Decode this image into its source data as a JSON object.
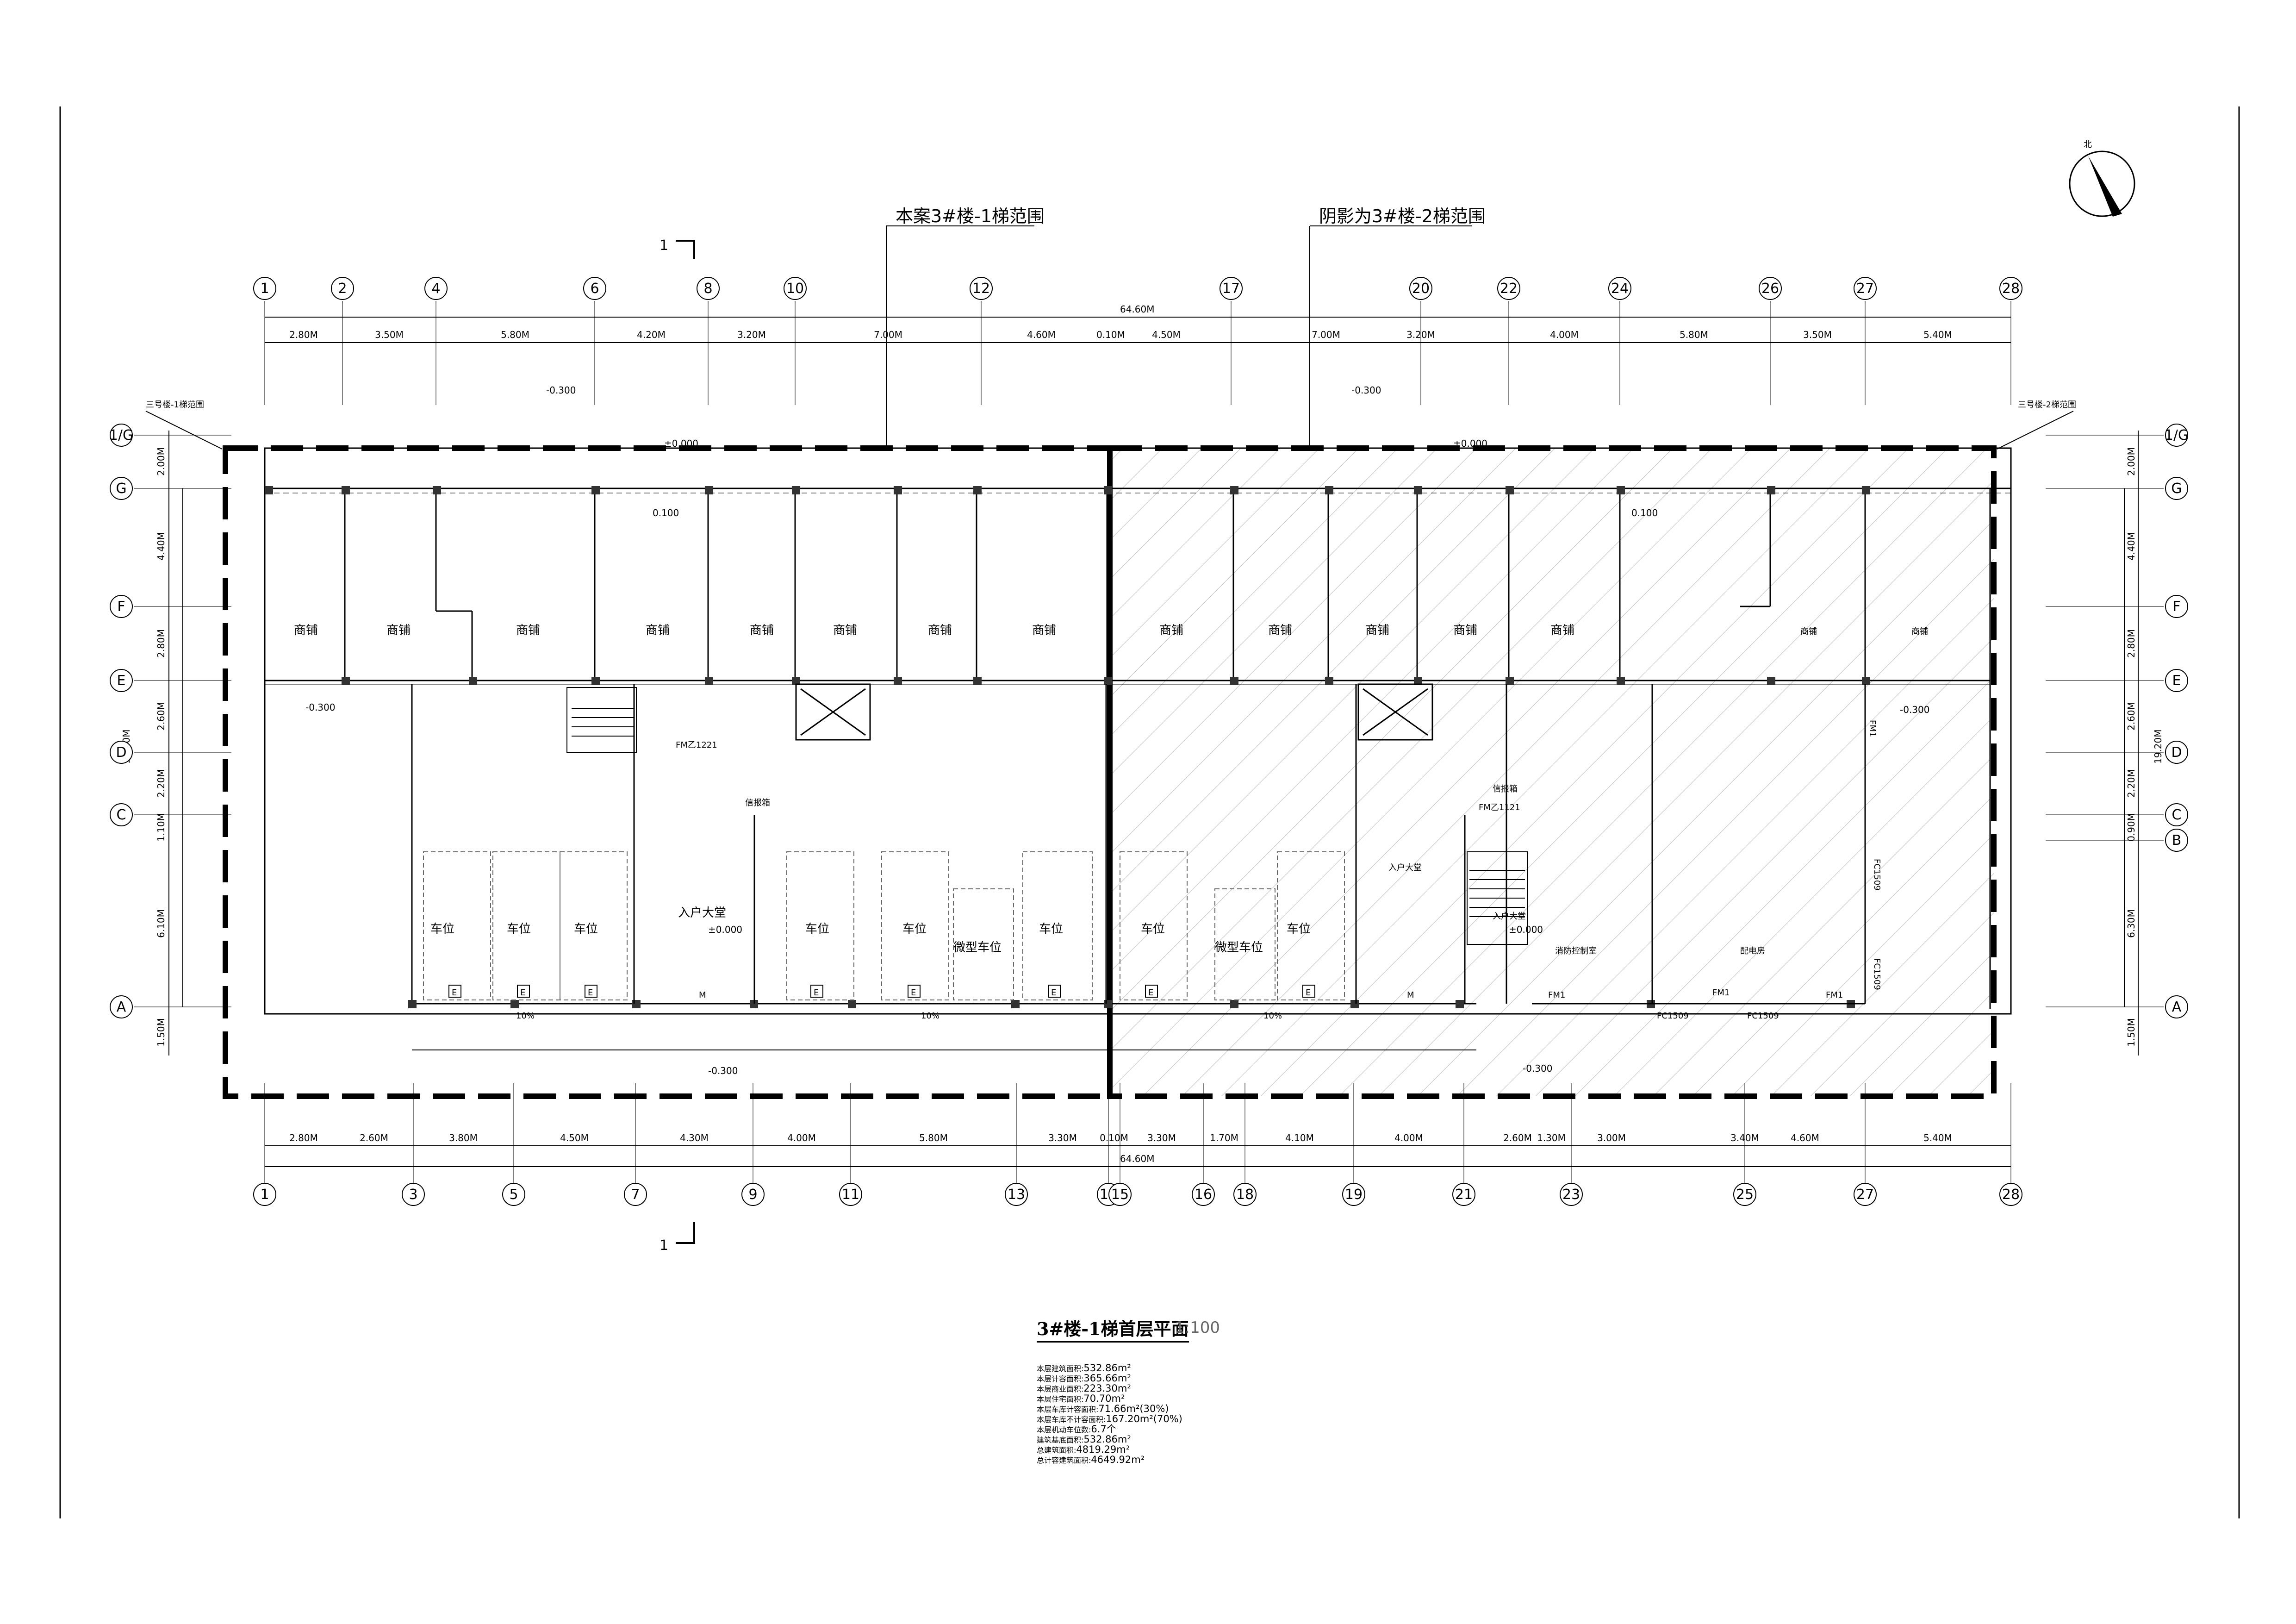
{
  "callouts": {
    "left_range": "本案3#楼-1梯范围",
    "right_range": "阴影为3#楼-2梯范围",
    "small_left": "三号楼-1梯范围",
    "small_right": "三号楼-2梯范围"
  },
  "section_mark": "1",
  "north_label": "北",
  "grid": {
    "top_axes": [
      "1",
      "2",
      "4",
      "6",
      "8",
      "10",
      "12",
      "17",
      "20",
      "22",
      "24",
      "26",
      "27",
      "28"
    ],
    "bottom_axes": [
      "1",
      "3",
      "5",
      "7",
      "9",
      "11",
      "13",
      "14",
      "15",
      "16",
      "18",
      "19",
      "21",
      "23",
      "25",
      "27",
      "28"
    ],
    "side_axes": [
      "1/G",
      "G",
      "F",
      "E",
      "D",
      "C",
      "B",
      "A"
    ],
    "overall_width": "64.60M",
    "top_dims": [
      "2.80M",
      "3.50M",
      "5.80M",
      "4.20M",
      "3.20M",
      "7.00M",
      "4.60M",
      "0.10M",
      "4.50M",
      "7.00M",
      "3.20M",
      "4.00M",
      "5.80M",
      "3.50M",
      "5.40M"
    ],
    "bottom_dims": [
      "2.80M",
      "2.60M",
      "3.80M",
      "4.50M",
      "4.30M",
      "4.00M",
      "5.80M",
      "3.30M",
      "0.10M",
      "3.30M",
      "1.70M",
      "4.10M",
      "4.00M",
      "2.60M",
      "1.30M",
      "3.00M",
      "3.40M",
      "4.60M",
      "5.40M"
    ],
    "left_dims": [
      "2.00M",
      "4.40M",
      "2.80M",
      "2.60M",
      "2.20M",
      "1.10M",
      "6.10M",
      "1.50M"
    ],
    "left_total": "19.20M",
    "right_dims": [
      "2.00M",
      "4.40M",
      "2.80M",
      "2.60M",
      "2.20M",
      "0.90M",
      "6.30M",
      "1.50M"
    ],
    "right_total": "19.20M"
  },
  "levels": {
    "outside": "-0.300",
    "ground": "±0.000",
    "shop": "0.100",
    "lobby": "±0.000"
  },
  "rooms": {
    "shop": "商铺",
    "parking": "车位",
    "micro_parking": "微型车位",
    "lobby": "入户大堂",
    "fire_control": "消防控制室",
    "power_room": "配电房",
    "mail": "信报箱",
    "ev_mark": "E",
    "slope": "10%"
  },
  "doors": {
    "fm_a": "FM乙1221",
    "fm_b": "FM乙1121",
    "fm1": "FM1",
    "fc": "FC1509",
    "m": "M"
  },
  "drawing": {
    "title": "3#楼-1梯首层平面",
    "scale": "1:100"
  },
  "stats": [
    {
      "label": "本层建筑面积:",
      "value": "532.86m²"
    },
    {
      "label": "本层计容面积:",
      "value": "365.66m²"
    },
    {
      "label": "本层商业面积:",
      "value": "223.30m²"
    },
    {
      "label": "本层住宅面积:",
      "value": "70.70m²"
    },
    {
      "label": "本层车库计容面积:",
      "value": "71.66m²(30%)"
    },
    {
      "label": "本层车库不计容面积:",
      "value": "167.20m²(70%)"
    },
    {
      "label": "本层机动车位数:",
      "value": "6.7个"
    },
    {
      "label": "建筑基底面积:",
      "value": "532.86m²"
    },
    {
      "label": "总建筑面积:",
      "value": "4819.29m²"
    },
    {
      "label": "总计容建筑面积:",
      "value": "4649.92m²"
    }
  ]
}
